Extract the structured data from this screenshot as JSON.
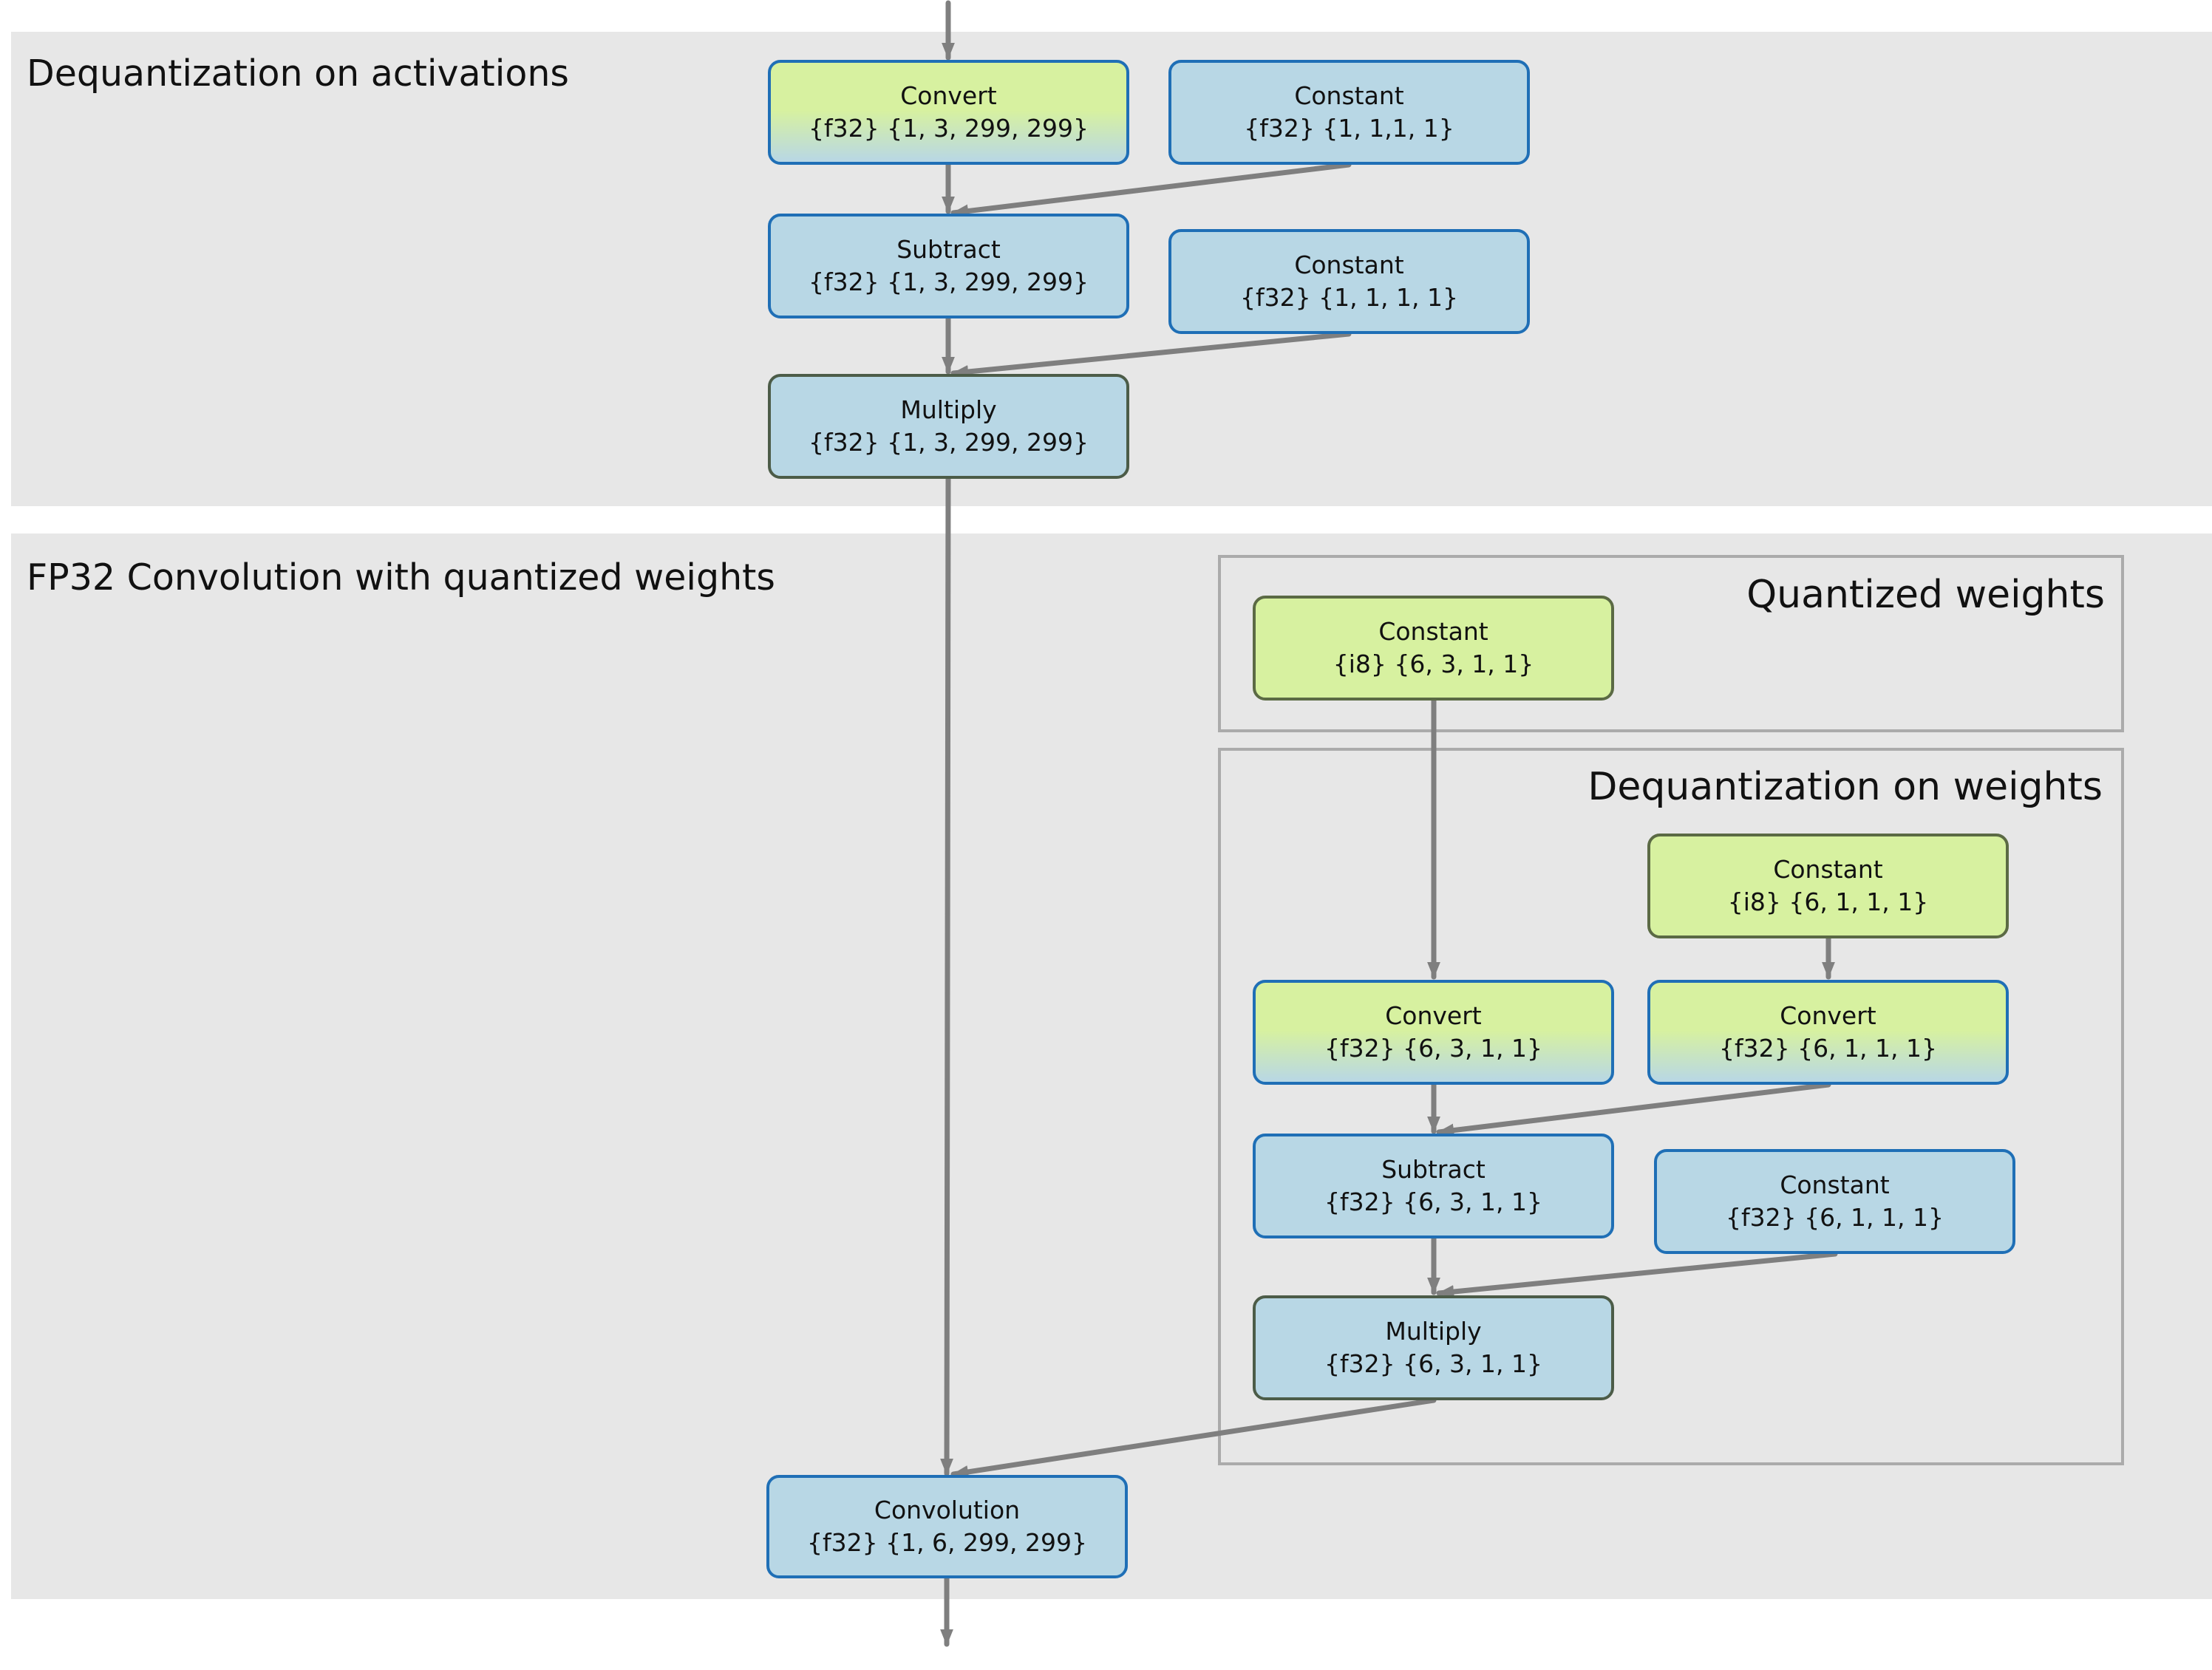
{
  "sections": {
    "activations": {
      "title": "Dequantization on activations"
    },
    "convolution": {
      "title": "FP32 Convolution with quantized  weights"
    }
  },
  "groups": {
    "quantized_weights": {
      "title": "Quantized weights"
    },
    "dequant_weights": {
      "title": "Dequantization on weights"
    }
  },
  "nodes": {
    "act_convert": {
      "op": "Convert",
      "shape": "{f32} {1, 3, 299, 299}"
    },
    "act_const1": {
      "op": "Constant",
      "shape": "{f32} {1, 1,1, 1}"
    },
    "act_subtract": {
      "op": "Subtract",
      "shape": "{f32} {1, 3, 299, 299}"
    },
    "act_const2": {
      "op": "Constant",
      "shape": "{f32} {1, 1, 1, 1}"
    },
    "act_multiply": {
      "op": "Multiply",
      "shape": "{f32} {1, 3, 299, 299}"
    },
    "w_const_i8": {
      "op": "Constant",
      "shape": "{i8} {6, 3, 1, 1}"
    },
    "w_zp_i8": {
      "op": "Constant",
      "shape": "{i8} {6, 1, 1, 1}"
    },
    "w_convert": {
      "op": "Convert",
      "shape": "{f32} {6, 3, 1, 1}"
    },
    "w_zp_convert": {
      "op": "Convert",
      "shape": "{f32} {6, 1, 1, 1}"
    },
    "w_subtract": {
      "op": "Subtract",
      "shape": "{f32} {6, 3, 1, 1}"
    },
    "w_scale": {
      "op": "Constant",
      "shape": "{f32} {6, 1, 1, 1}"
    },
    "w_multiply": {
      "op": "Multiply",
      "shape": "{f32} {6, 3, 1, 1}"
    },
    "convolution": {
      "op": "Convolution",
      "shape": "{f32} {1, 6, 299, 299}"
    }
  },
  "colors": {
    "section_bg": "#e7e7e7",
    "node_blue": "#b8d7e5",
    "node_green": "#d7f1a0",
    "node_border_blue": "#1f6fb6",
    "node_border_dark": "#4c5c48",
    "edge": "#7f7f7f"
  }
}
